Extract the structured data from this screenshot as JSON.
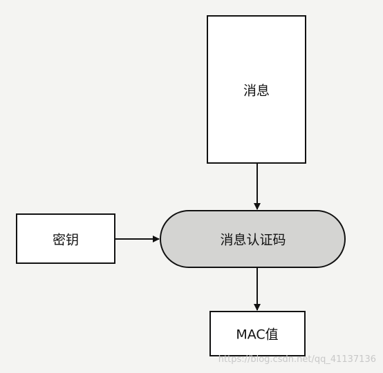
{
  "nodes": {
    "message": {
      "label": "消息"
    },
    "key": {
      "label": "密钥"
    },
    "mac_algorithm": {
      "label": "消息认证码"
    },
    "mac_value": {
      "label": "MAC值"
    }
  },
  "watermark": "https://blog.csdn.net/qq_41137136",
  "colors": {
    "background": "#f4f4f2",
    "stroke": "#111111",
    "mac_fill": "#d4d4d2",
    "watermark": "#c8c8c8"
  }
}
